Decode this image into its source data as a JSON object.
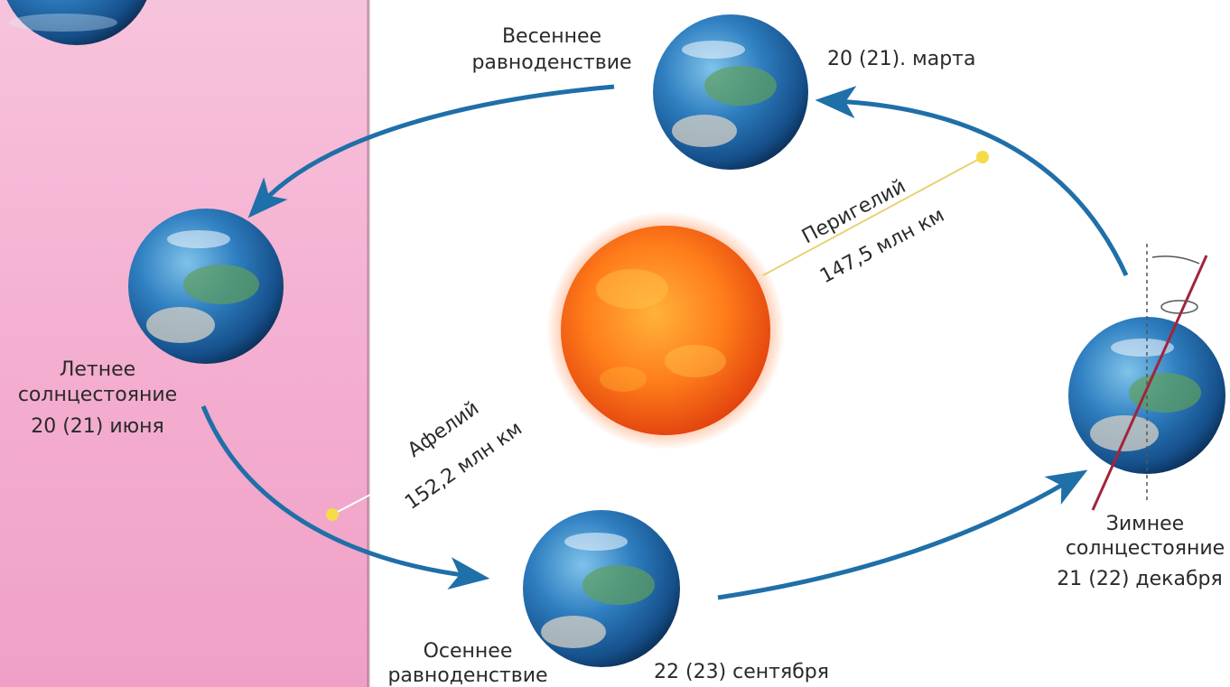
{
  "labels": {
    "spring_title_l1": "Весеннее",
    "spring_title_l2": "равноденствие",
    "spring_date": "20 (21). марта",
    "summer_title_l1": "Летнее",
    "summer_title_l2": "солнцестояние",
    "summer_date": "20 (21) июня",
    "autumn_title_l1": "Осеннее",
    "autumn_title_l2": "равноденствие",
    "autumn_date": "22 (23) сентября",
    "winter_title_l1": "Зимнее",
    "winter_title_l2": "солнцестояние",
    "winter_date": "21 (22) декабря",
    "perihelion": "Перигелий",
    "perihelion_distance": "147,5 млн км",
    "aphelion": "Афелий",
    "aphelion_distance": "152,2 млн км"
  },
  "colors": {
    "orbit_arrow": "#1f6fa8",
    "sun_core": "#ff8a1c",
    "sun_edge": "#e0400f",
    "pink_panel": "#f2a6c9",
    "axis_line": "#a3243a",
    "marker_dot": "#f3dc45"
  }
}
